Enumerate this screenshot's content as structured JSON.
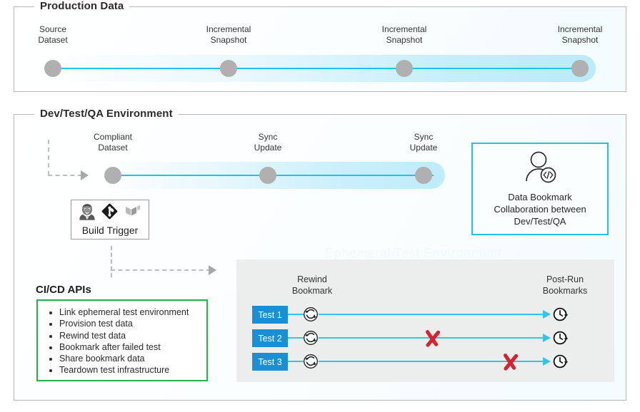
{
  "production": {
    "legend": "Production Data",
    "nodes": [
      {
        "label": "Source\nDataset"
      },
      {
        "label": "Incremental\nSnapshot"
      },
      {
        "label": "Incremental\nSnapshot"
      },
      {
        "label": "Incremental\nSnapshot"
      }
    ]
  },
  "devtest": {
    "legend": "Dev/Test/QA Environment",
    "nodes": [
      {
        "label": "Compliant\nDataset"
      },
      {
        "label": "Sync\nUpdate"
      },
      {
        "label": "Sync\nUpdate"
      }
    ],
    "build_trigger": {
      "label": "Build Trigger",
      "icons": [
        "jenkins-icon",
        "git-icon",
        "terraform-icon"
      ]
    },
    "collaboration": {
      "icon": "user-code-icon",
      "text": "Data Bookmark\nCollaboration between\nDev/Test/QA"
    },
    "cicd": {
      "title": "CI/CD APIs",
      "items": [
        "Link ephemeral test environment",
        "Provision test data",
        "Rewind test data",
        "Bookmark after failed test",
        "Share bookmark data",
        "Teardown test infrastructure"
      ]
    },
    "watermark": "Ephemeral Test Environment",
    "test_panel": {
      "rewind_header": "Rewind\nBookmark",
      "postrun_header": "Post-Run\nBookmarks",
      "rows": [
        {
          "label": "Test 1",
          "rewind_icon": "rewind-icon",
          "result_icon": "history-clock-icon",
          "failure": false
        },
        {
          "label": "Test 2",
          "rewind_icon": "rewind-icon",
          "result_icon": "history-clock-icon",
          "failure": true
        },
        {
          "label": "Test 3",
          "rewind_icon": "rewind-icon",
          "result_icon": "history-clock-icon",
          "failure": true
        }
      ]
    }
  },
  "colors": {
    "cyan": "#21c1e8",
    "node_gray": "#b0b0b0",
    "chip_blue": "#1b8fd4",
    "green_border": "#22b14c",
    "red_x": "#d62231",
    "panel_gray": "#eceded"
  }
}
